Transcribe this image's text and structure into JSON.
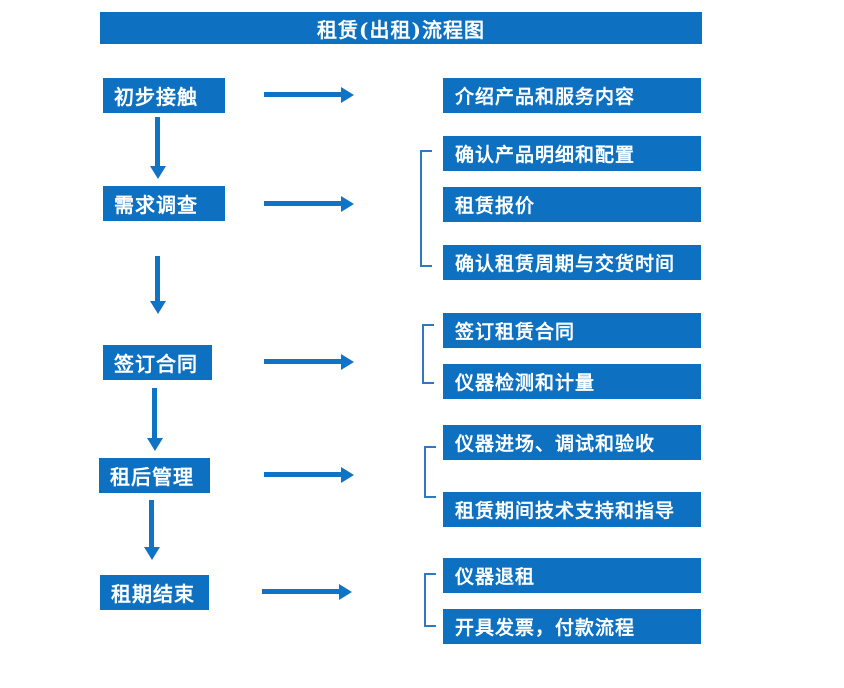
{
  "title": "租赁(出租)流程图",
  "colors": {
    "primary_blue": "#0d70c0",
    "arrow_blue": "#1173c4",
    "text_white": "#ffffff",
    "background": "#ffffff"
  },
  "steps": [
    {
      "label": "初步接触",
      "details": [
        "介绍产品和服务内容"
      ]
    },
    {
      "label": "需求调查",
      "details": [
        "确认产品明细和配置",
        "租赁报价",
        "确认租赁周期与交货时间"
      ]
    },
    {
      "label": "签订合同",
      "details": [
        "签订租赁合同",
        "仪器检测和计量"
      ]
    },
    {
      "label": "租后管理",
      "details": [
        "仪器进场、调试和验收",
        "租赁期间技术支持和指导"
      ]
    },
    {
      "label": "租期结束",
      "details": [
        "仪器退租",
        "开具发票，付款流程"
      ]
    }
  ]
}
